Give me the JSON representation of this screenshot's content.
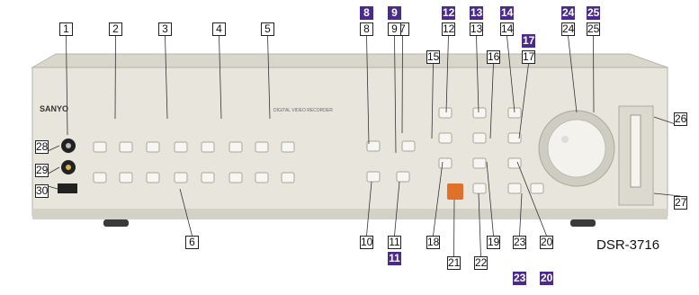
{
  "device": {
    "brand": "SANYO",
    "model": "DSR-3716",
    "panel_text": "DIGITAL VIDEO RECORDER",
    "channels_row1": [
      "1",
      "2",
      "3",
      "4",
      "5",
      "6",
      "7",
      "8"
    ],
    "channels_row2": [
      "9",
      "10",
      "11",
      "12",
      "13",
      "14",
      "15",
      "16"
    ]
  },
  "callouts_plain": [
    "1",
    "2",
    "3",
    "4",
    "5",
    "6",
    "7",
    "8",
    "9",
    "10",
    "11",
    "12",
    "13",
    "14",
    "15",
    "16",
    "17",
    "18",
    "19",
    "20",
    "21",
    "22",
    "23",
    "24",
    "25",
    "26",
    "27",
    "28",
    "29",
    "30"
  ],
  "callouts_highlighted": [
    "8",
    "9",
    "12",
    "13",
    "14",
    "17",
    "24",
    "25",
    "11",
    "23",
    "20"
  ],
  "colors": {
    "highlight": "#4a2a8c",
    "panel": "#e6e3d8",
    "button": "#f2f0ea",
    "record_button": "#e0712a"
  }
}
